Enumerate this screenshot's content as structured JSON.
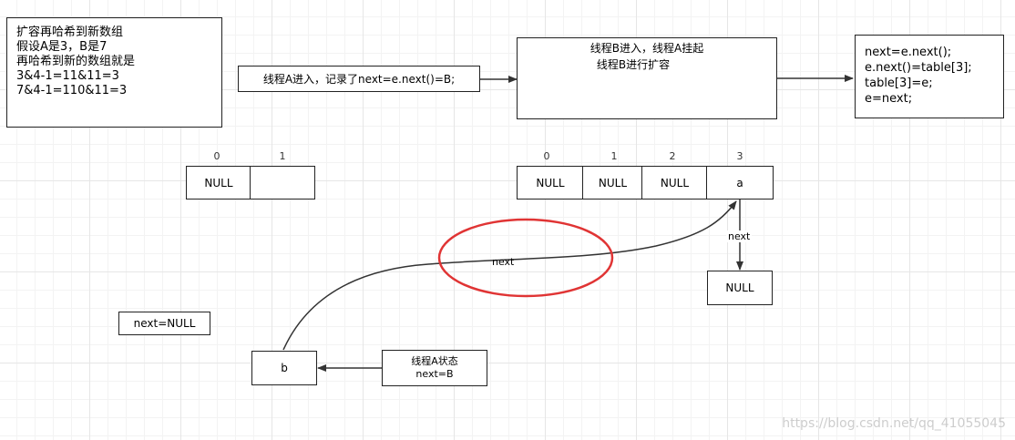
{
  "notes": {
    "rehash_note": "扩容再哈希到新数组\n假设A是3，B是7\n再哈希到新的数组就是\n3&4-1=11&11=3\n7&4-1=110&11=3",
    "thread_a_enter": "线程A进入，记录了next=e.next()=B;",
    "thread_b_line1": "线程B进入，线程A挂起",
    "thread_b_line2": "线程B进行扩容",
    "code_block": "next=e.next();\ne.next()=table[3];\ntable[3]=e;\ne=next;",
    "next_null_note": "next=NULL",
    "thread_a_state": "线程A状态\nnext=B"
  },
  "old_table": {
    "indices": [
      "0",
      "1"
    ],
    "cells": [
      "NULL",
      ""
    ]
  },
  "new_table": {
    "indices": [
      "0",
      "1",
      "2",
      "3"
    ],
    "cells": [
      "NULL",
      "NULL",
      "NULL",
      "a"
    ]
  },
  "nodes": {
    "null_node": "NULL",
    "b_node": "b"
  },
  "edge_labels": {
    "a_next": "next",
    "b_next": "next"
  },
  "watermark": "https://blog.csdn.net/qq_41055045",
  "colors": {
    "arrow": "#333333",
    "highlight": "#e03434"
  }
}
